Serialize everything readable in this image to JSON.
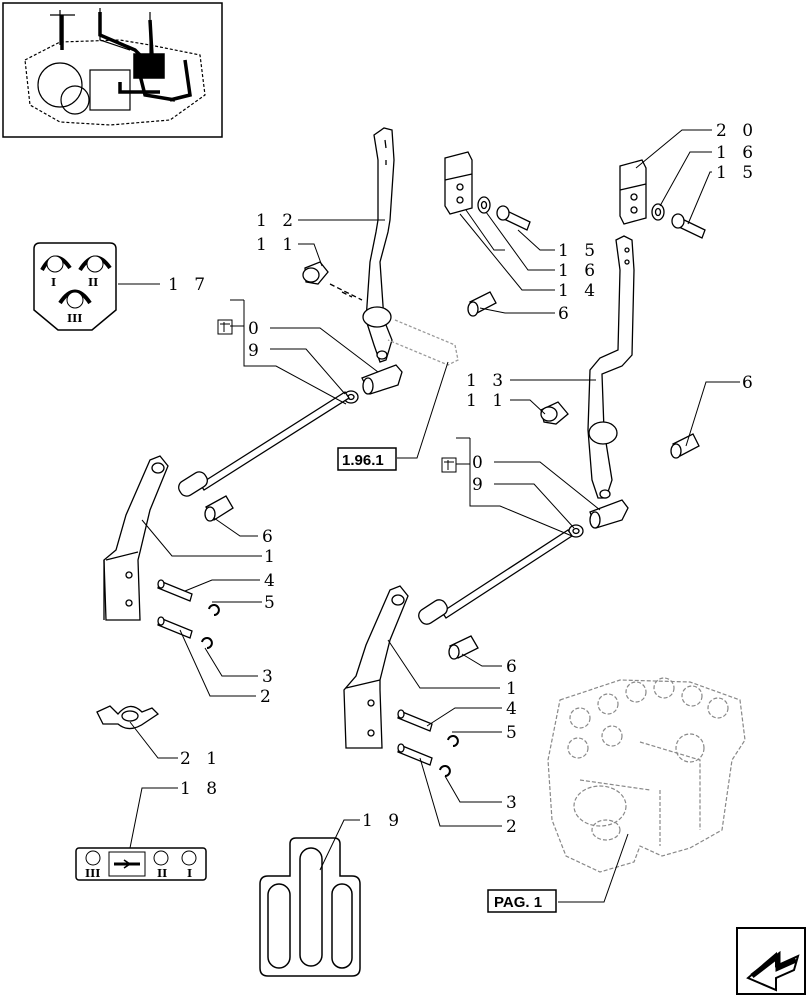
{
  "diagram": {
    "callouts": [
      {
        "id": "c12",
        "text": "1 2"
      },
      {
        "id": "c11a",
        "text": "1 1"
      },
      {
        "id": "c17",
        "text": "1 7"
      },
      {
        "id": "c10a",
        "text": "0"
      },
      {
        "id": "c9a",
        "text": "9"
      },
      {
        "id": "c6a",
        "text": "6"
      },
      {
        "id": "c1a",
        "text": "1"
      },
      {
        "id": "c4a",
        "text": "4"
      },
      {
        "id": "c5a",
        "text": "5"
      },
      {
        "id": "c3a",
        "text": "3"
      },
      {
        "id": "c2a",
        "text": "2"
      },
      {
        "id": "c21",
        "text": "2 1"
      },
      {
        "id": "c18",
        "text": "1 8"
      },
      {
        "id": "c19",
        "text": "1 9"
      },
      {
        "id": "c20",
        "text": "2 0"
      },
      {
        "id": "c16a",
        "text": "1 6"
      },
      {
        "id": "c15a",
        "text": "1 5"
      },
      {
        "id": "c15b",
        "text": "1 5"
      },
      {
        "id": "c16b",
        "text": "1 6"
      },
      {
        "id": "c14",
        "text": "1 4"
      },
      {
        "id": "c6b",
        "text": "6"
      },
      {
        "id": "c13",
        "text": "1 3"
      },
      {
        "id": "c11b",
        "text": "1 1"
      },
      {
        "id": "c6c",
        "text": "6"
      },
      {
        "id": "c10b",
        "text": "0"
      },
      {
        "id": "c9b",
        "text": "9"
      },
      {
        "id": "c6d",
        "text": "6"
      },
      {
        "id": "c1b",
        "text": "1"
      },
      {
        "id": "c4b",
        "text": "4"
      },
      {
        "id": "c5b",
        "text": "5"
      },
      {
        "id": "c3b",
        "text": "3"
      },
      {
        "id": "c2b",
        "text": "2"
      }
    ],
    "reference_boxes": [
      {
        "id": "ref196",
        "text": "1.96.1"
      },
      {
        "id": "refpag",
        "text": "PAG. 1"
      }
    ],
    "decal_17": {
      "roman": [
        "I",
        "II",
        "III"
      ]
    },
    "decal_18": {
      "roman": [
        "III",
        "II",
        "I"
      ]
    }
  },
  "colors": {
    "line": "#000000",
    "ghost": "#9a9a9a",
    "paper": "#ffffff"
  },
  "icons": {
    "thumbnail": "tractor-thumbnail-icon",
    "next_page": "next-page-arrow-icon"
  }
}
